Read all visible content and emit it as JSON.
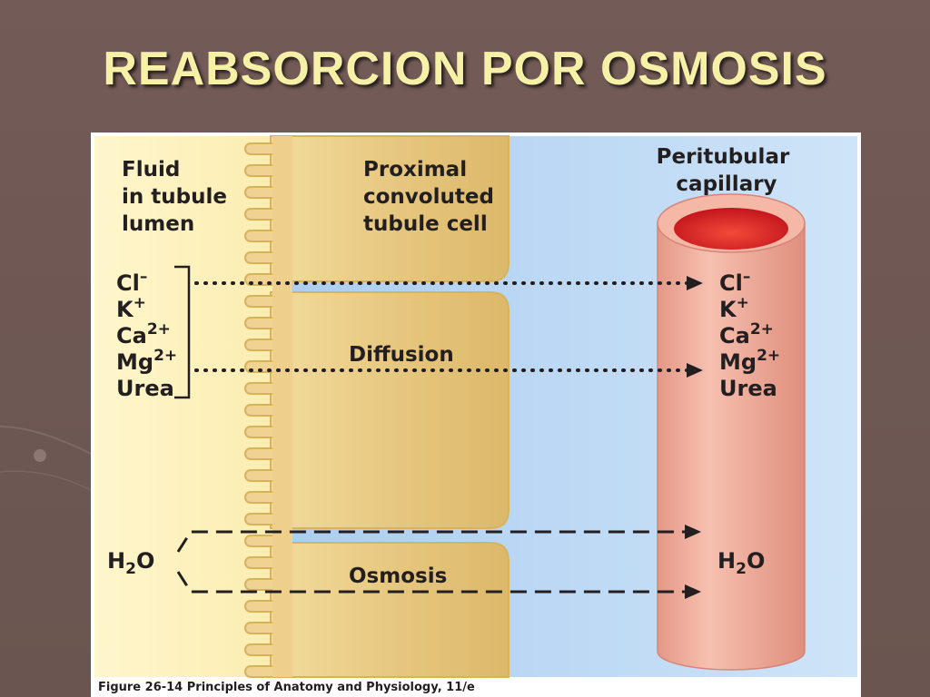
{
  "slide": {
    "title": "REABSORCION POR OSMOSIS"
  },
  "diagram": {
    "region_lumen": [
      "Fluid",
      "in tubule",
      "lumen"
    ],
    "region_cell": [
      "Proximal",
      "convoluted",
      "tubule cell"
    ],
    "region_capillary": [
      "Peritubular",
      "capillary"
    ],
    "solutes_left": [
      {
        "base": "Cl",
        "charge": "–"
      },
      {
        "base": "K",
        "charge": "+"
      },
      {
        "base": "Ca",
        "charge": "2+"
      },
      {
        "base": "Mg",
        "charge": "2+"
      },
      {
        "base": "Urea",
        "charge": ""
      }
    ],
    "solutes_right": [
      {
        "base": "Cl",
        "charge": "–"
      },
      {
        "base": "K",
        "charge": "+"
      },
      {
        "base": "Ca",
        "charge": "2+"
      },
      {
        "base": "Mg",
        "charge": "2+"
      },
      {
        "base": "Urea",
        "charge": ""
      }
    ],
    "process_diffusion": "Diffusion",
    "process_osmosis": "Osmosis",
    "water_left": {
      "h": "H",
      "sub": "2",
      "o": "O"
    },
    "water_right": {
      "h": "H",
      "sub": "2",
      "o": "O"
    },
    "caption": "Figure 26-14 Principles of Anatomy and Physiology, 11/e",
    "colors": {
      "lumen": "#fdf3c2",
      "cell": "#e6c67e",
      "interstitial": "#b4d4f2",
      "capillary": "#eea593",
      "blood": "#d81e1e"
    }
  }
}
